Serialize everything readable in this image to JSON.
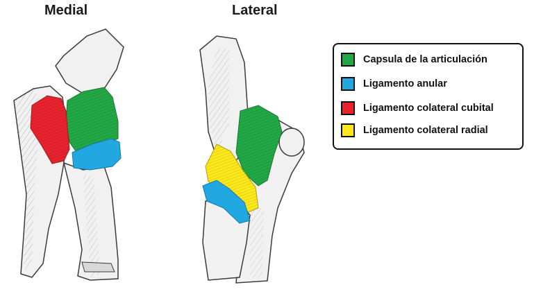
{
  "titles": {
    "medial": "Medial",
    "lateral": "Lateral"
  },
  "legend": {
    "items": [
      {
        "label": "Capsula de la articulación",
        "color": "#22a845"
      },
      {
        "label": "Ligamento anular",
        "color": "#21a8e0"
      },
      {
        "label": "Ligamento colateral cubital",
        "color": "#e8232d"
      },
      {
        "label": "Ligamento colateral radial",
        "color": "#ffe81a"
      }
    ]
  },
  "colors": {
    "bone": "#f1f1f1",
    "bone_outline": "#3a3a3a",
    "shading": "#8a8a8a"
  }
}
